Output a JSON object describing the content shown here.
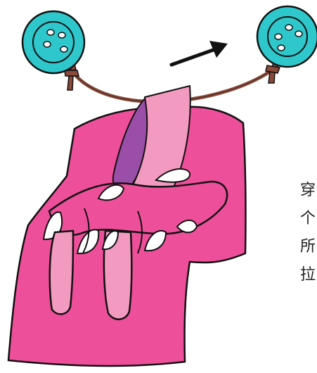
{
  "colors": {
    "button": "#2ec8cc",
    "button_hole": "#ffffff",
    "cord": "#8a4a3a",
    "fabric": "#ee4f9a",
    "ribbon": "#f29ac0",
    "ribbon_shadow": "#9a4ea8",
    "outline": "#111111"
  },
  "icons": {
    "left_button": "button-icon",
    "right_button": "button-icon",
    "arrow": "arrow-right-icon"
  },
  "side_text": {
    "line1": "穿",
    "line2": "个",
    "line3": "所",
    "line4": "拉"
  }
}
